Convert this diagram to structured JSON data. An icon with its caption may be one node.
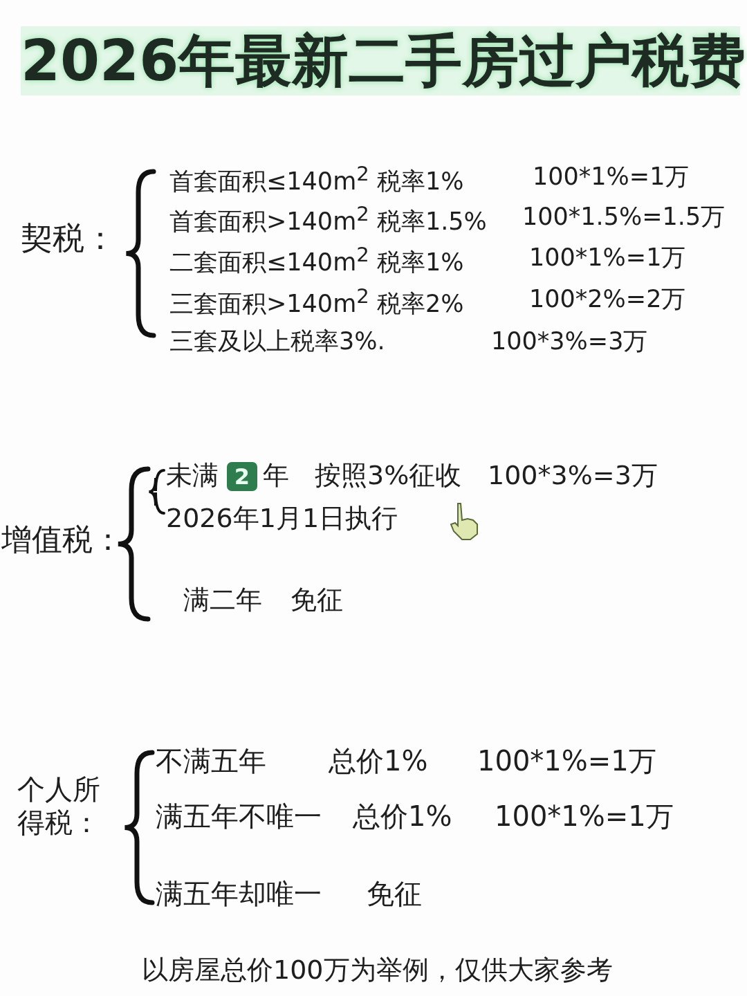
{
  "diagram": {
    "title": "2026年最新二手房过户税费",
    "caption": "以房屋总价100万为举例，仅供大家参考",
    "nodes": [
      {
        "text": [
          "2"
        ]
      }
    ],
    "labels": [
      "契税：",
      "首套面积≤140m$^{2}$ 税率1%",
      "100*1%=1万",
      "首套面积>140m$^{2}$ 税率1.5%",
      "100*1.5%=1.5万",
      "二套面积≤140m$^{2}$ 税率1%",
      "100*1%=1万",
      "三套面积>140m$^{2}$ 税率2%",
      "100*2%=2万",
      "三套及以上税率3%.",
      "100*3%=3万",
      "增值税：",
      "未满",
      "年",
      "按照3%征收",
      "100*3%=3万",
      "2026年1月1日执行",
      "满二年",
      "免征",
      "个人所得税：",
      "不满五年",
      "总价1%",
      "100*1%=1万",
      "满五年不唯一",
      "总价1%",
      "100*1%=1万",
      "满五年却唯一",
      "免征"
    ]
  }
}
